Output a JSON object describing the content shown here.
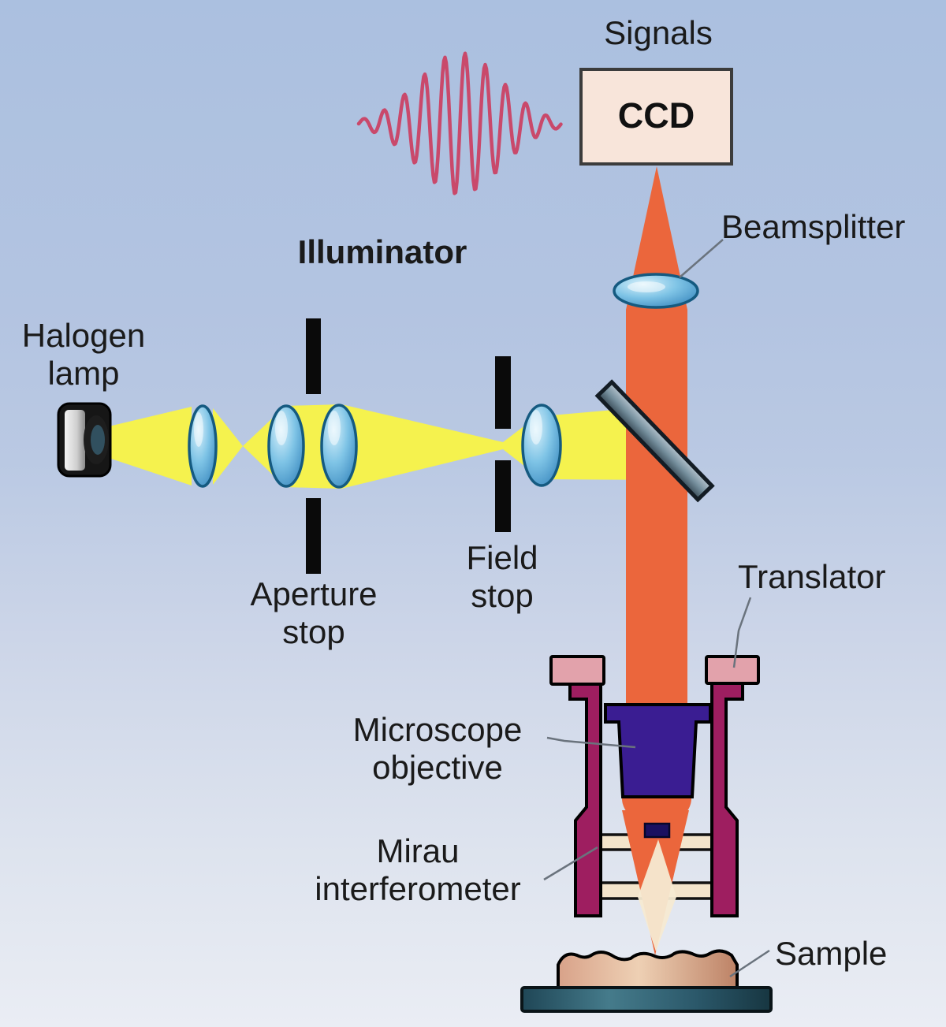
{
  "figure": {
    "description": "Schematic of a white-light Mirau interference microscope: halogen lamp illuminator, aperture and field stops, beamsplitter, piezo translator with microscope objective and Mirau interferometer over a sample, CCD detector producing interference signals"
  },
  "labels": {
    "signals": "Signals",
    "ccd": "CCD",
    "beamsplitter": "Beamsplitter",
    "illuminator": "Illuminator",
    "halogen_lamp": "Halogen lamp",
    "aperture_stop": "Aperture stop",
    "field_stop": "Field stop",
    "translator": "Translator",
    "microscope_objective": "Microscope objective",
    "mirau_interferometer": "Mirau interferometer",
    "sample": "Sample"
  },
  "colors": {
    "background_top": "#abc0e0",
    "background_bottom": "#eaedf4",
    "beam_yellow": "#f5f24e",
    "beam_orange": "#eb663c",
    "signal_wave_red": "#c9496b",
    "lens_blue": "#5fa8d6",
    "stop_black": "#0a0a0a",
    "ccd_fill": "#f8e5da",
    "translator_magenta": "#9e1e60",
    "translator_cap_pink": "#e2a2ab",
    "objective_purple": "#3a1d92",
    "mirau_plate_cream": "#f3e4cb",
    "reference_mirror_navy": "#1a1060",
    "inner_beam_cream": "#f6ead2",
    "sample_tan": "#d8a98c",
    "stage_teal": "#2b586a",
    "label_text": "#1a1a1a"
  }
}
